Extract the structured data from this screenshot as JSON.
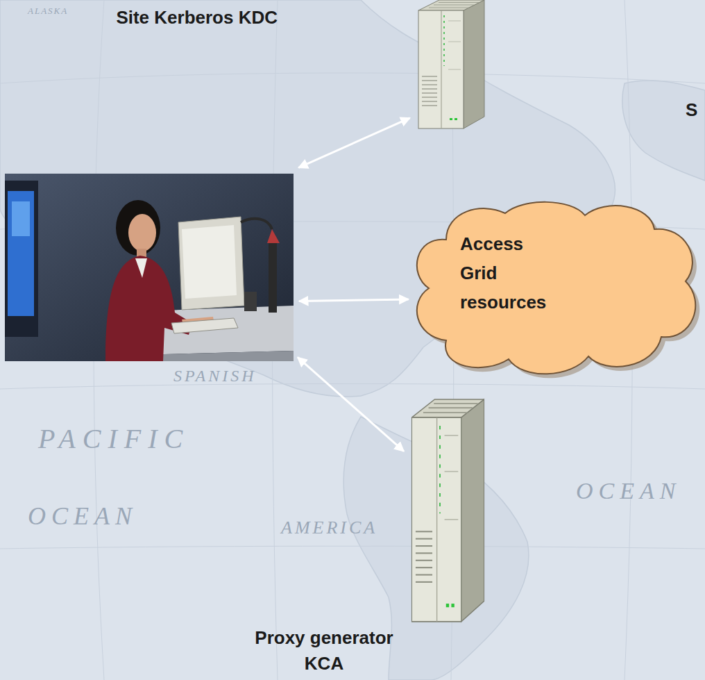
{
  "diagram": {
    "nodes": [
      {
        "text": [
          "Site Kerberos KDC"
        ]
      },
      {
        "text": []
      },
      {
        "text": [
          "Access Grid resources"
        ]
      },
      {
        "text": [
          "Proxy generator KCA"
        ]
      }
    ],
    "edges": [
      {
        "from": 1,
        "to": 0,
        "arrow": "both"
      },
      {
        "from": 1,
        "to": 2,
        "arrow": "both"
      },
      {
        "from": 1,
        "to": 3,
        "arrow": "both"
      }
    ],
    "labels": [
      "S",
      "ALASKA",
      "PACIFIC",
      "OCEAN",
      "SPANISH",
      "AMERICA",
      "OCEAN"
    ]
  }
}
